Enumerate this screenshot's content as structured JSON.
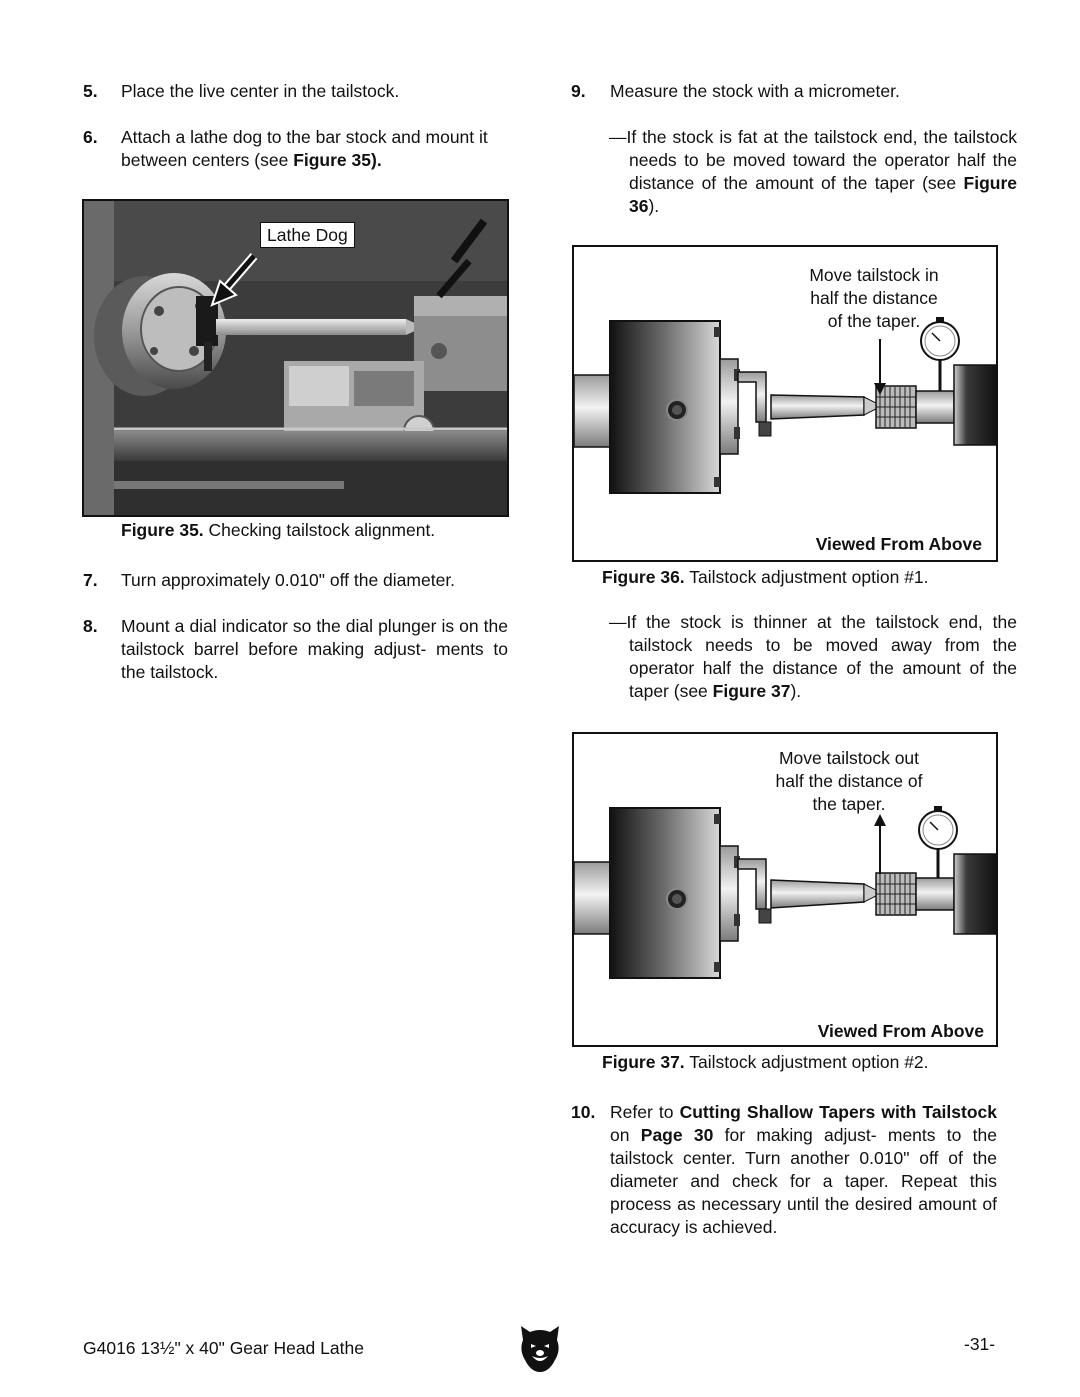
{
  "left": {
    "step5": {
      "num": "5.",
      "text": "Place the live center in the tailstock."
    },
    "step6": {
      "num": "6.",
      "text_a": "Attach a lathe dog to the bar stock and mount it between centers (see ",
      "ref": "Figure 35",
      "text_b": ")."
    },
    "figure35": {
      "label": "Lathe Dog",
      "caption_bold": "Figure 35.",
      "caption": " Checking tailstock alignment."
    },
    "step7": {
      "num": "7.",
      "text": "Turn approximately 0.010\" off the diameter."
    },
    "step8": {
      "num": "8.",
      "text": "Mount a dial indicator so the dial plunger is on the tailstock barrel before making adjust- ments to the tailstock."
    }
  },
  "right": {
    "step9": {
      "num": "9.",
      "text": "Measure the stock with a micrometer."
    },
    "note_fat": {
      "text_a": "—If the stock is fat at the tailstock end, the tailstock needs to be moved toward the operator half the distance of the amount of the taper (see ",
      "ref": "Figure 36",
      "text_b": ")."
    },
    "figure36": {
      "line1": "Move tailstock in",
      "line2": "half the distance",
      "line3": "of the taper.",
      "viewed": "Viewed From Above",
      "caption_bold": "Figure 36.",
      "caption": " Tailstock adjustment option #1."
    },
    "note_thin": {
      "text_a": "—If the stock is thinner at the tailstock end, the tailstock needs to be moved away from the operator half the distance of the amount of the taper (see ",
      "ref": "Figure 37",
      "text_b": ")."
    },
    "figure37": {
      "line1": "Move tailstock out",
      "line2": "half the distance of",
      "line3": "the taper.",
      "viewed": "Viewed From Above",
      "caption_bold": "Figure 37.",
      "caption": " Tailstock adjustment option #2."
    },
    "step10": {
      "num": "10.",
      "text_a": "Refer to ",
      "ref1": "Cutting Shallow Tapers with Tailstock",
      "text_b": " on ",
      "ref2": "Page 30",
      "text_c": " for making adjust- ments to the tailstock center. Turn another 0.010\" off of the diameter and check for a taper. Repeat this process as necessary until the desired amount of accuracy is achieved."
    }
  },
  "footer": {
    "model": "G4016  13½\" x 40\" Gear Head Lathe",
    "logo": "bear-logo",
    "page": "-31-"
  }
}
